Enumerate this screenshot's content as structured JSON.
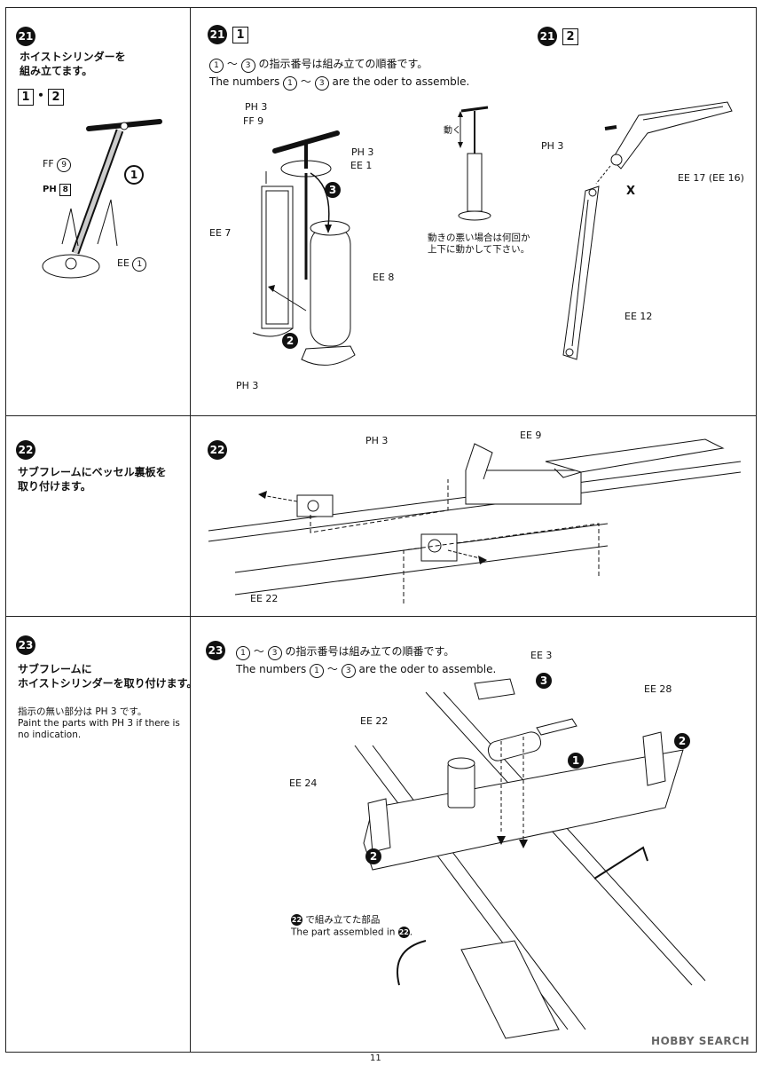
{
  "steps": {
    "s21": {
      "num": "21",
      "title_line1": "ホイストシリンダーを",
      "title_line2": "組み立てます。",
      "sub_a": "1",
      "sub_sep": "・",
      "sub_b": "2",
      "labels": {
        "ff": "FF",
        "ff_num": "9",
        "ph": "PH",
        "ph_num": "8",
        "ee": "EE",
        "ee_num": "1",
        "order": "1"
      }
    },
    "s21_1": {
      "num": "21",
      "box": "1",
      "note_jp": "の指示番号は組み立ての順番です。",
      "note_en_pre": "The numbers",
      "note_en_post": "are the oder to assemble.",
      "range_a": "1",
      "range_tilde": "〜",
      "range_b": "3",
      "labels": {
        "ph3": "PH 3",
        "ff9": "FF 9",
        "ph3b": "PH 3",
        "ee1": "EE 1",
        "ee7": "EE 7",
        "ee8": "EE 8",
        "ph3c": "PH 3",
        "o2": "2",
        "o3": "3"
      },
      "move_label": "動く",
      "hint_line1": "動きの悪い場合は何回か",
      "hint_line2": "上下に動かして下さい。"
    },
    "s21_2": {
      "num": "21",
      "box": "2",
      "labels": {
        "ph3": "PH 3",
        "ee17": "EE 17 (EE 16)",
        "x": "X",
        "ee12": "EE 12"
      }
    },
    "s22": {
      "num": "22",
      "title_line1": "サブフレームにベッセル裏板を",
      "title_line2": "取り付けます。",
      "labels": {
        "ph3": "PH 3",
        "ee9": "EE 9",
        "ee22": "EE 22"
      }
    },
    "s23": {
      "num": "23",
      "title_line1": "サブフレームに",
      "title_line2": "ホイストシリンダーを取り付けます。",
      "paint_jp": "指示の無い部分は PH 3 です。",
      "paint_en1": "Paint the parts with PH 3 if there is",
      "paint_en2": "no indication.",
      "note_jp": "の指示番号は組み立ての順番です。",
      "note_en_pre": "The numbers",
      "note_en_post": "are the oder to assemble.",
      "range_a": "1",
      "range_tilde": "〜",
      "range_b": "3",
      "labels": {
        "ee3": "EE 3",
        "ee22": "EE 22",
        "ee28": "EE 28",
        "ee24": "EE 24",
        "o1": "1",
        "o2a": "2",
        "o2b": "2",
        "o3": "3"
      },
      "assembled_jp": "で組み立てた部品",
      "assembled_en": "The part assembled in",
      "assembled_ref": "22"
    }
  },
  "footer": {
    "page": "11",
    "brand": "HOBBY SEARCH"
  }
}
